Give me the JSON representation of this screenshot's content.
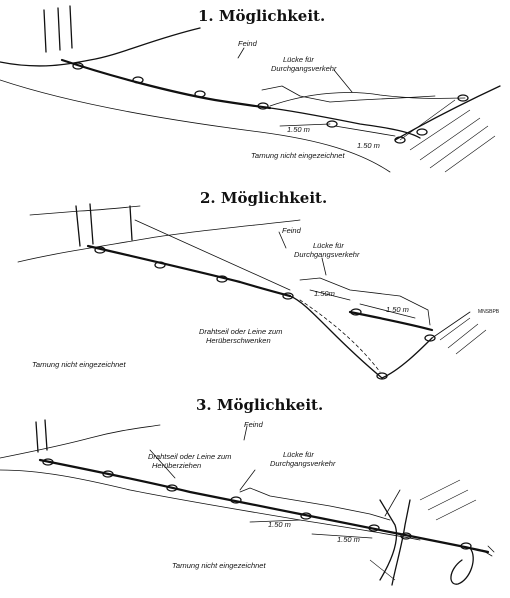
{
  "panels": [
    {
      "title": "1. Möglichkeit.",
      "enemy": "Feind",
      "gap": [
        "Lücke für",
        "Durchgangsverkehr"
      ],
      "dim_a": "1.50 m",
      "dim_b": "1.50 m",
      "note": "Tarnung nicht eingezeichnet"
    },
    {
      "title": "2. Möglichkeit.",
      "enemy": "Feind",
      "gap": [
        "Lücke für",
        "Durchgangsverkehr"
      ],
      "dim_a": "1.50m",
      "dim_b": "1.50 m",
      "wire": [
        "Drahtseil oder Leine zum",
        "Herüberschwenken"
      ],
      "note": "Tarnung nicht eingezeichnet",
      "stamp": "MNSBPB"
    },
    {
      "title": "3. Möglichkeit.",
      "enemy": "Feind",
      "gap": [
        "Lücke für",
        "Durchgangsverkehr"
      ],
      "dim_a": "1.50 m",
      "dim_b": "1.50 m",
      "wire": [
        "Drahtseil oder Leine zum",
        "Herüberziehen"
      ],
      "note": "Tarnung nicht eingezeichnet"
    }
  ]
}
